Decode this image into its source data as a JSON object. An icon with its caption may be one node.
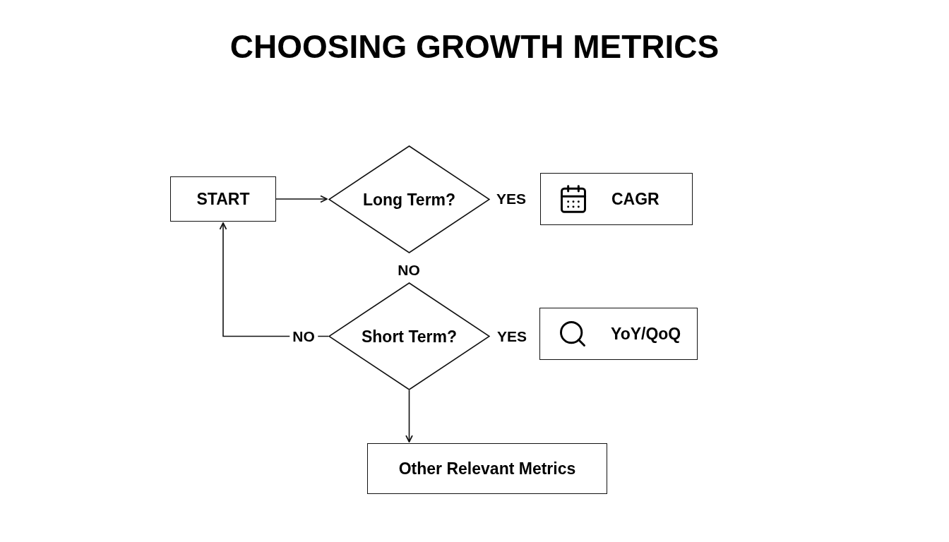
{
  "diagram": {
    "title": "CHOOSING GROWTH METRICS",
    "nodes": [
      {
        "text": [
          "START"
        ]
      },
      {
        "text": [
          "Long Term?"
        ]
      },
      {
        "text": [
          "CAGR"
        ]
      },
      {
        "text": [
          "Short Term?"
        ]
      },
      {
        "text": [
          "YoY/QoQ"
        ]
      },
      {
        "text": [
          "Other Relevant Metrics"
        ]
      }
    ],
    "edges": [
      {
        "from": 0,
        "to": 1,
        "arrow": "to"
      },
      {
        "from": 3,
        "to": 0,
        "arrow": "to",
        "label": "NO"
      },
      {
        "from": 3,
        "to": 5,
        "arrow": "to"
      }
    ],
    "labels": [
      "YES",
      "NO",
      "YES"
    ]
  }
}
